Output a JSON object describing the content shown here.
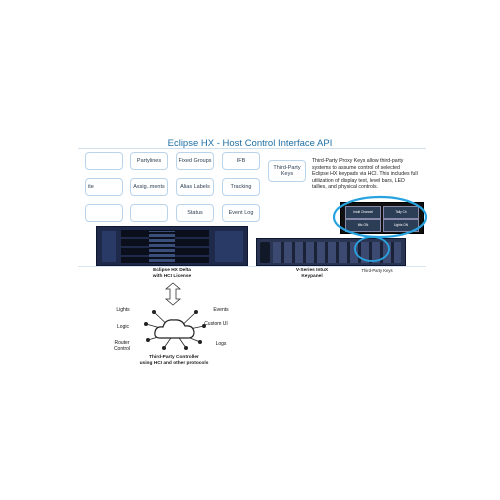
{
  "title": "Eclipse HX - Host Control Interface API",
  "boxes": {
    "b1": "",
    "partylines": "Partylines",
    "fixed_groups": "Fixed Groups",
    "ifb": "IFB",
    "b5": "ite",
    "assignments": "Assig..ments",
    "alias_labels": "Alias Labels",
    "tracking": "Tracking",
    "b9": "",
    "b10": "",
    "status": "Status",
    "event_log": "Event Log",
    "proxy_keys": "Third-Party Keys"
  },
  "description": "Third-Party Proxy Keys allow third-party systems to assume control of selected Eclipse HX keypads via HCI. This includes full utilization of display text, level bars, LED tallies, and physical controls.",
  "devices": {
    "delta": "Eclipse HX Delta\nwith HCI License",
    "keypanel": "V-Series IntuX\nKeypanel",
    "proxy_keys_label": "Third-Party Keys"
  },
  "key_labels": [
    "Intuit Channel",
    "Tally Ch",
    "Mic ON",
    "Lights ON"
  ],
  "controller": {
    "items": [
      "Lights",
      "Logic",
      "Router Control",
      "Events",
      "Custom UI",
      "Logs"
    ],
    "caption": "Third-Party Controller\nusing HCI and other protocols"
  },
  "colors": {
    "accent": "#1e6fa6",
    "box_border": "#b9d4ea",
    "rack": "#1f2a4a",
    "highlight": "#29a3e0"
  }
}
